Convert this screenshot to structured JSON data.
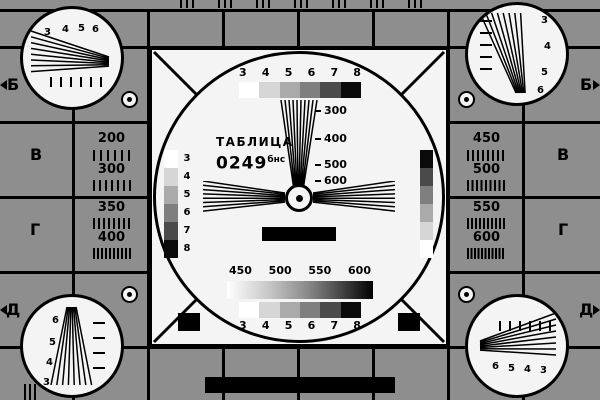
{
  "card": {
    "title": "ТАБЛИЦА",
    "number": "0249",
    "superscript": "бнс"
  },
  "row_labels": {
    "left": [
      "Б",
      "В",
      "Г",
      "Д"
    ],
    "right": [
      "Б",
      "В",
      "Г",
      "Д"
    ]
  },
  "center_circle": {
    "top_scale_labels": [
      "3",
      "4",
      "5",
      "6",
      "7",
      "8"
    ],
    "bottom_scale_labels": [
      "3",
      "4",
      "5",
      "6",
      "7",
      "8"
    ],
    "left_scale_labels": [
      "3",
      "4",
      "5",
      "6",
      "7",
      "8"
    ],
    "vertical_wedge_labels": [
      "300",
      "400",
      "500",
      "600"
    ],
    "sweep_labels": [
      "450",
      "500",
      "550",
      "600"
    ]
  },
  "side_panels": {
    "left_frequencies": [
      "200",
      "300",
      "350",
      "400"
    ],
    "right_frequencies": [
      "450",
      "500",
      "550",
      "600"
    ]
  },
  "corner_circles": {
    "top_left_labels": [
      "3",
      "4",
      "5",
      "6"
    ],
    "top_right_labels": [
      "3",
      "4",
      "5",
      "6"
    ],
    "bottom_left_labels": [
      "6",
      "5",
      "4",
      "3"
    ],
    "bottom_right_labels": [
      "6",
      "5",
      "4",
      "3"
    ]
  },
  "colors": {
    "background": "#8e8e8e",
    "grid_line": "#000000",
    "panel_white": "#f4f4f4",
    "grayscale_steps": [
      "#ffffff",
      "#d6d6d6",
      "#aaaaaa",
      "#7f7f7f",
      "#4a4a4a",
      "#0a0a0a"
    ]
  }
}
